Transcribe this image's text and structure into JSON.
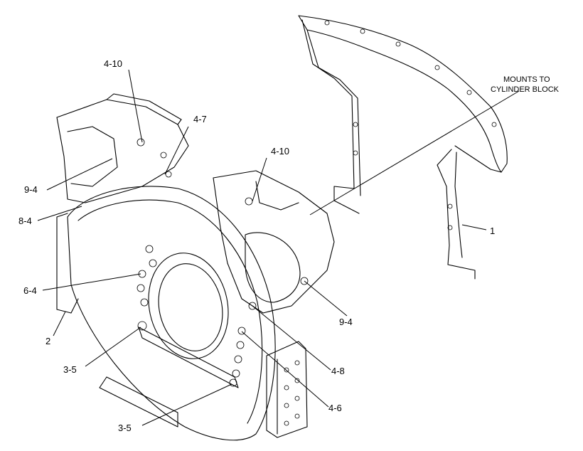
{
  "note": {
    "line1": "MOUNTS TO",
    "line2": "CYLINDER BLOCK"
  },
  "callouts": {
    "c_4_10_top": "4-10",
    "c_4_7": "4-7",
    "c_4_10_mid": "4-10",
    "c_9_4_left": "9-4",
    "c_8_4": "8-4",
    "c_6_4": "6-4",
    "c_2": "2",
    "c_3_5_mid": "3-5",
    "c_3_5_low": "3-5",
    "c_1": "1",
    "c_9_4_right": "9-4",
    "c_4_8": "4-8",
    "c_4_6": "4-6"
  }
}
